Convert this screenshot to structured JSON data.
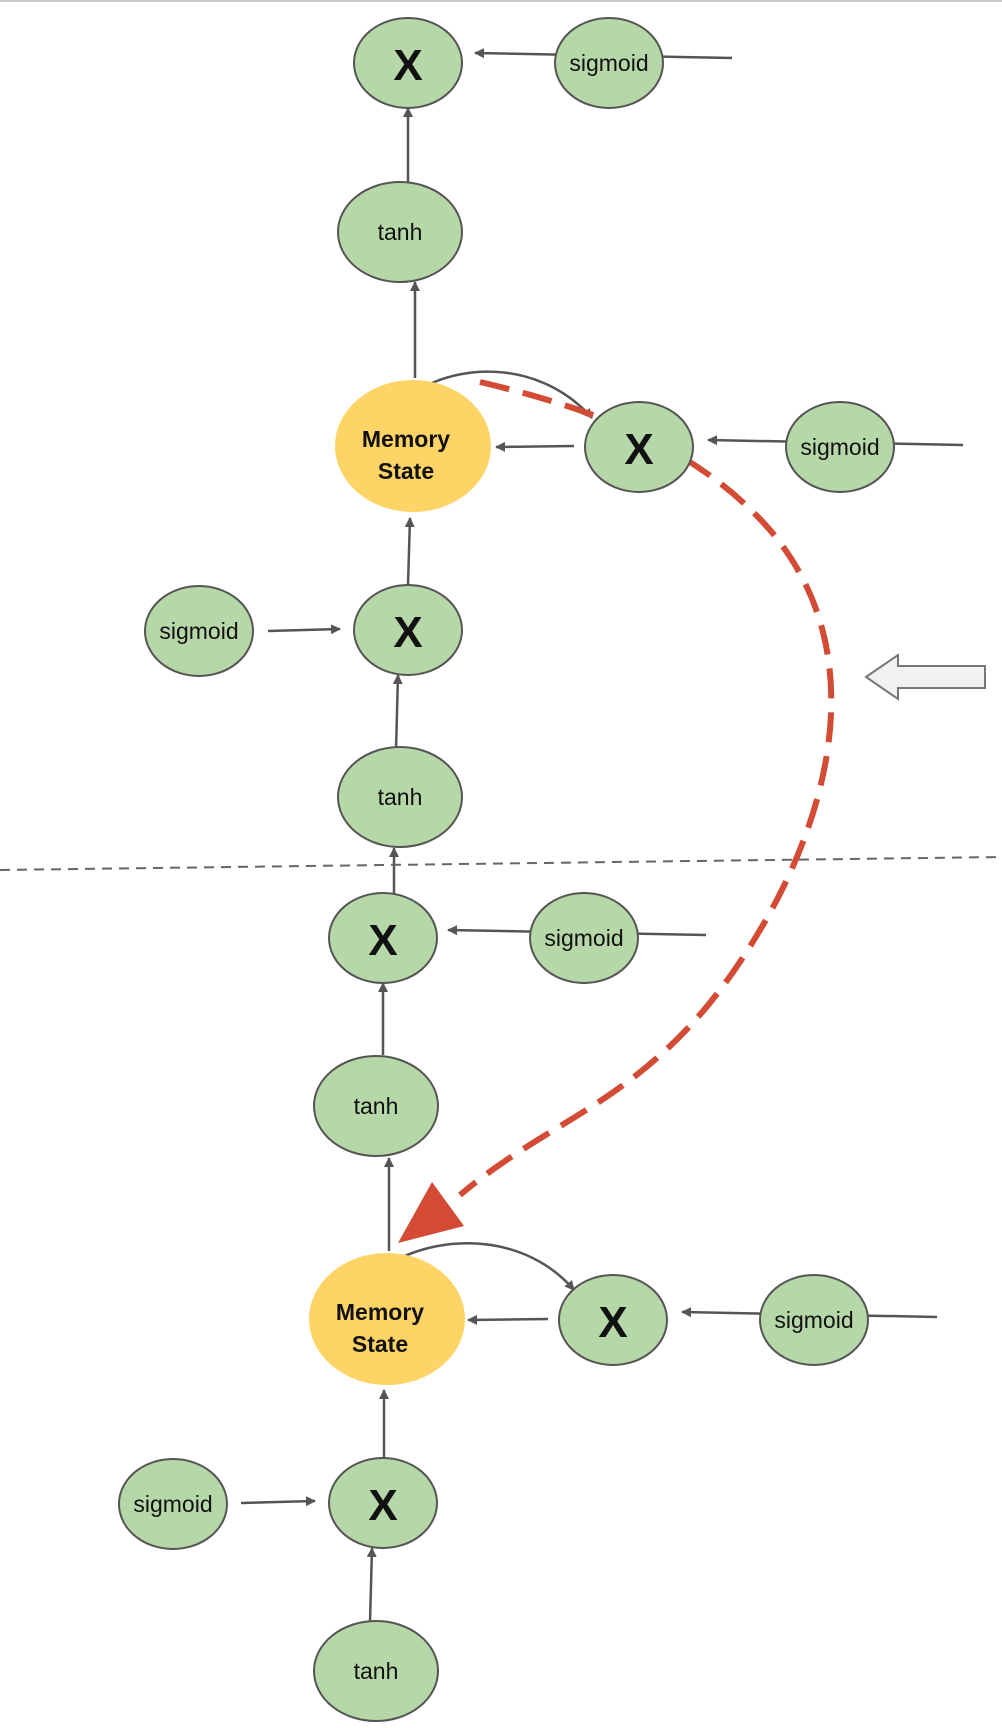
{
  "colors": {
    "node_fill": "#b6d7a8",
    "memory_fill": "#fed466",
    "edge": "#555555",
    "highlight_arrow": "#d34a35",
    "divider": "#666666",
    "side_arrow_fill": "#f1f1f1"
  },
  "labels": {
    "multiply": "X",
    "sigmoid": "sigmoid",
    "tanh": "tanh",
    "memory_line1": "Memory",
    "memory_line2": "State"
  }
}
